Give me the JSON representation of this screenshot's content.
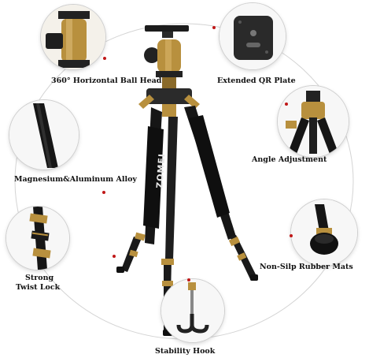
{
  "features": {
    "ball_head": "360°  Horizontal Ball Head",
    "qr_plate": "Extended QR Plate",
    "angle": "Angle Adjustment",
    "alloy": "Magnesium&Aluminum Alloy",
    "rubber_mats": "Non-Silp Rubber Mats",
    "twist_lock_line1": "Strong",
    "twist_lock_line2": "Twist Lock",
    "hook": "Stability Hook"
  },
  "brand": "ZOMEI",
  "colors": {
    "accent_dot": "#c01818",
    "gold": "#b8903e",
    "black": "#161616"
  },
  "icons": [
    "ball-head-icon",
    "qr-plate-icon",
    "angle-joint-icon",
    "alloy-tube-icon",
    "twist-lock-icon",
    "rubber-foot-icon",
    "stability-hook-icon",
    "tripod-icon"
  ]
}
